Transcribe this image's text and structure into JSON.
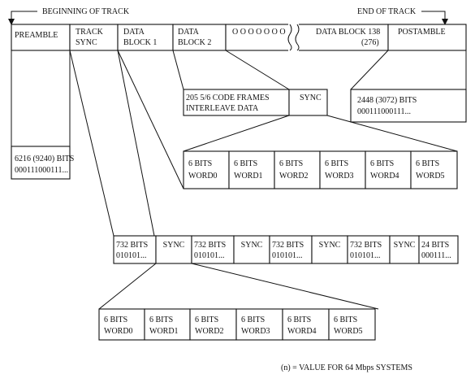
{
  "track_bar": {
    "beginning_label": "BEGINNING OF TRACK",
    "end_label": "END OF TRACK",
    "cells": {
      "preamble": [
        "PREAMBLE"
      ],
      "track_sync": [
        "TRACK",
        "SYNC"
      ],
      "data_block_1": [
        "DATA",
        "BLOCK 1"
      ],
      "data_block_2": [
        "DATA",
        "BLOCK 2"
      ],
      "ellipsis": [
        "O O O O O O O"
      ],
      "data_block_138": [
        "DATA BLOCK 138",
        "(276)"
      ],
      "postamble": [
        "POSTAMBLE"
      ]
    }
  },
  "preamble_detail": [
    "6216 (9240) BITS",
    "000111000111..."
  ],
  "data_block_detail": {
    "frames": [
      "205 5/6 CODE FRAMES",
      "INTERLEAVE DATA"
    ],
    "sync": [
      "SYNC"
    ],
    "postamble_bits": [
      "2448 (3072) BITS",
      "000111000111..."
    ]
  },
  "sync_words": [
    [
      "6 BITS",
      "WORD0"
    ],
    [
      "6 BITS",
      "WORD1"
    ],
    [
      "6 BITS",
      "WORD2"
    ],
    [
      "6 BITS",
      "WORD3"
    ],
    [
      "6 BITS",
      "WORD4"
    ],
    [
      "6 BITS",
      "WORD5"
    ]
  ],
  "track_sync_detail": [
    [
      "732 BITS",
      "010101..."
    ],
    [
      "SYNC"
    ],
    [
      "732 BITS",
      "010101..."
    ],
    [
      "SYNC"
    ],
    [
      "732 BITS",
      "010101..."
    ],
    [
      "SYNC"
    ],
    [
      "732 BITS",
      "010101..."
    ],
    [
      "SYNC"
    ],
    [
      "24 BITS",
      "000111..."
    ]
  ],
  "track_sync_words": [
    [
      "6 BITS",
      "WORD0"
    ],
    [
      "6 BITS",
      "WORD1"
    ],
    [
      "6 BITS",
      "WORD2"
    ],
    [
      "6 BITS",
      "WORD3"
    ],
    [
      "6 BITS",
      "WORD4"
    ],
    [
      "6 BITS",
      "WORD5"
    ]
  ],
  "footnote": "(n) = VALUE FOR 64 Mbps SYSTEMS"
}
